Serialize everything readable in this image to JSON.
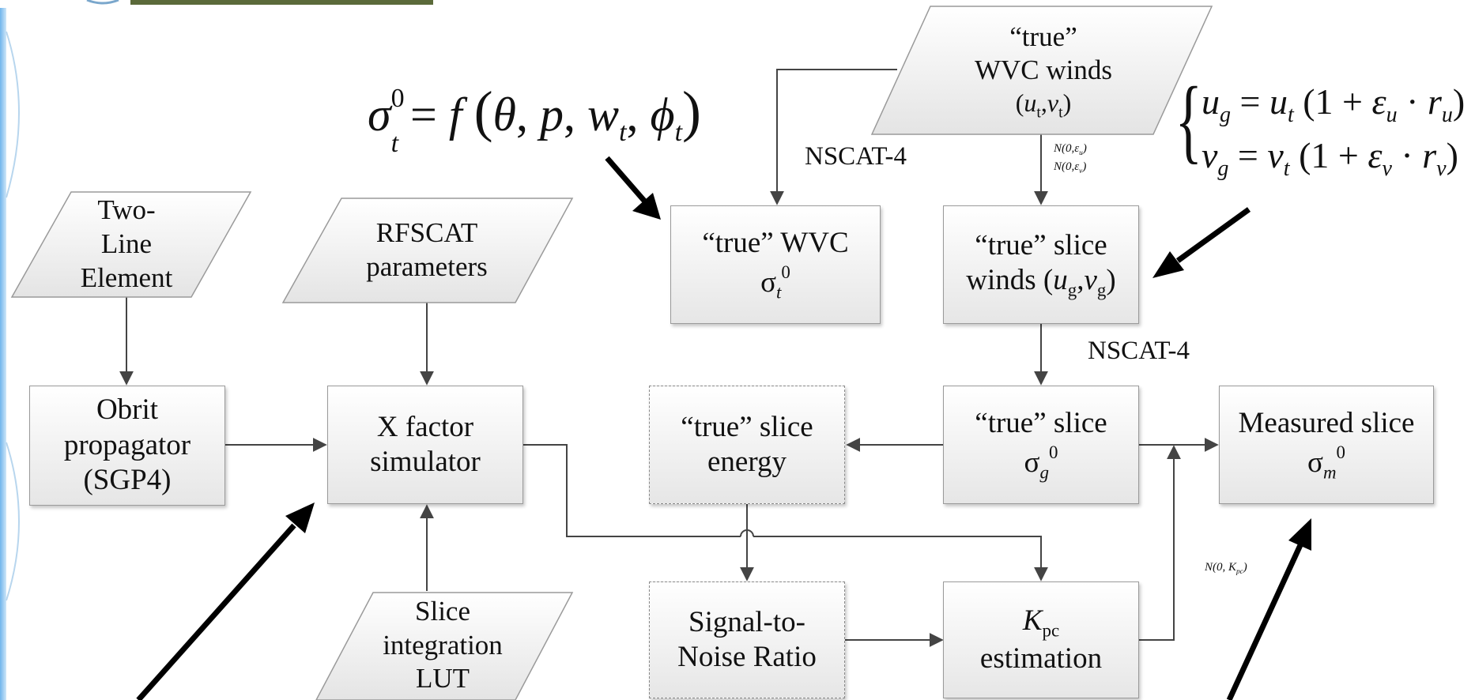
{
  "nodes": {
    "tle": [
      "Two-",
      "Line",
      "Element"
    ],
    "rfscat": [
      "RFSCAT",
      "parameters"
    ],
    "orbit": [
      "Obrit",
      "propagator",
      "(SGP4)"
    ],
    "xfactor": [
      "X factor",
      "simulator"
    ],
    "lut": [
      "Slice",
      "integration",
      "LUT"
    ],
    "wvc_winds": [
      "“true”",
      "WVC winds"
    ],
    "wvc_winds_sym": "(u_t,v_t)",
    "true_wvc": "“true” WVC",
    "true_wvc_sigma": "σ_t^0",
    "slice_winds": "“true” slice",
    "slice_winds_line2": "winds (u_g,v_g)",
    "slice_energy": [
      "“true” slice",
      "energy"
    ],
    "true_slice": "“true” slice",
    "true_slice_sigma": "σ_g^0",
    "measured": "Measured slice",
    "measured_sigma": "σ_m^0",
    "snr": [
      "Signal-to-",
      "Noise Ratio"
    ],
    "kpc": "K_pc",
    "kpc_line2": "estimation"
  },
  "labels": {
    "nscat_left": "NSCAT-4",
    "nscat_right": "NSCAT-4",
    "noise_u": "N(0,ε_u)",
    "noise_v": "N(0,ε_v)",
    "noise_kpc": "N(0, K_pc)"
  },
  "formulas": {
    "sigma_model": "σ_t^0 = f(θ, p, w_t, φ_t)",
    "ug": "u_g = u_t (1 + ε_u · r_u)",
    "vg": "v_g = v_t (1 + ε_v · r_v)"
  },
  "colors": {
    "box_fill": "#eeeeee",
    "box_border": "#9a9a9a",
    "line": "#444444",
    "left_strip": "#4a9fe0"
  }
}
